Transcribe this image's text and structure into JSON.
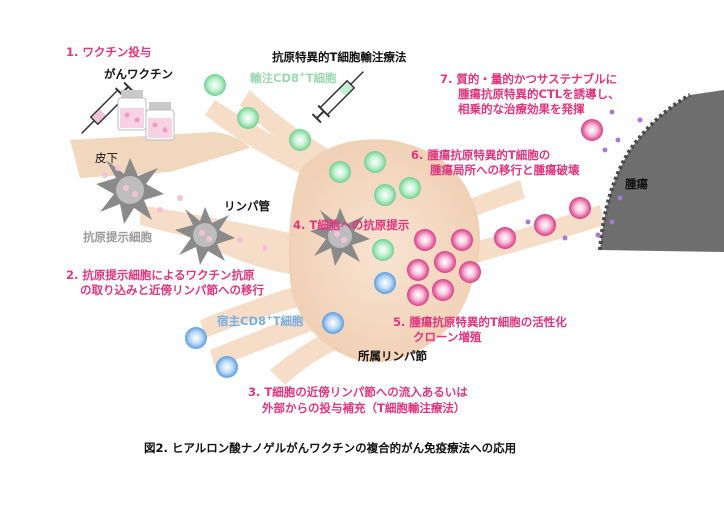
{
  "labels": {
    "step1": "1. ワクチン投与",
    "vaccine": "がんワクチン",
    "skin": "皮下",
    "apc": "抗原提示細胞",
    "lymph_vessel": "リンパ管",
    "step2_line1": "2. 抗原提示細胞によるワクチン抗原",
    "step2_line2": "の取り込みと近傍リンパ節への移行",
    "therapy_title": "抗原特異的T細胞輸注療法",
    "infused_cd8_prefix": "輸注CD8",
    "infused_cd8_suffix": "T細胞",
    "host_cd8_prefix": "宿主CD8",
    "host_cd8_suffix": "T細胞",
    "step4": "4. T細胞への抗原提示",
    "step5_line1": "5. 腫瘍抗原特異的T細胞の活性化",
    "step5_line2": "クローン増殖",
    "lymph_node": "所属リンパ節",
    "step3_line1": "3. T細胞の近傍リンパ節への流入あるいは",
    "step3_line2": "外部からの投与補充（T細胞輸注療法）",
    "step6_line1": "6. 腫瘍抗原特異的T細胞の",
    "step6_line2": "腫瘍局所への移行と腫瘍破壊",
    "step7_line1": "7. 質的・量的かつサステナブルに",
    "step7_line2": "腫瘍抗原特異的CTLを誘導し、",
    "step7_line3": "相乗的な治療効果を発揮",
    "tumor": "腫瘍",
    "caption": "図2. ヒアルロン酸ナノゲルがんワクチンの複合的がん免疫療法への応用"
  },
  "colors": {
    "accent_pink": "#e0357f",
    "lymph_node": "#f5dcc6",
    "infused_tcell": "#7fd69a",
    "host_tcell": "#5b9fe0",
    "tumor": "#6e6e6e"
  }
}
